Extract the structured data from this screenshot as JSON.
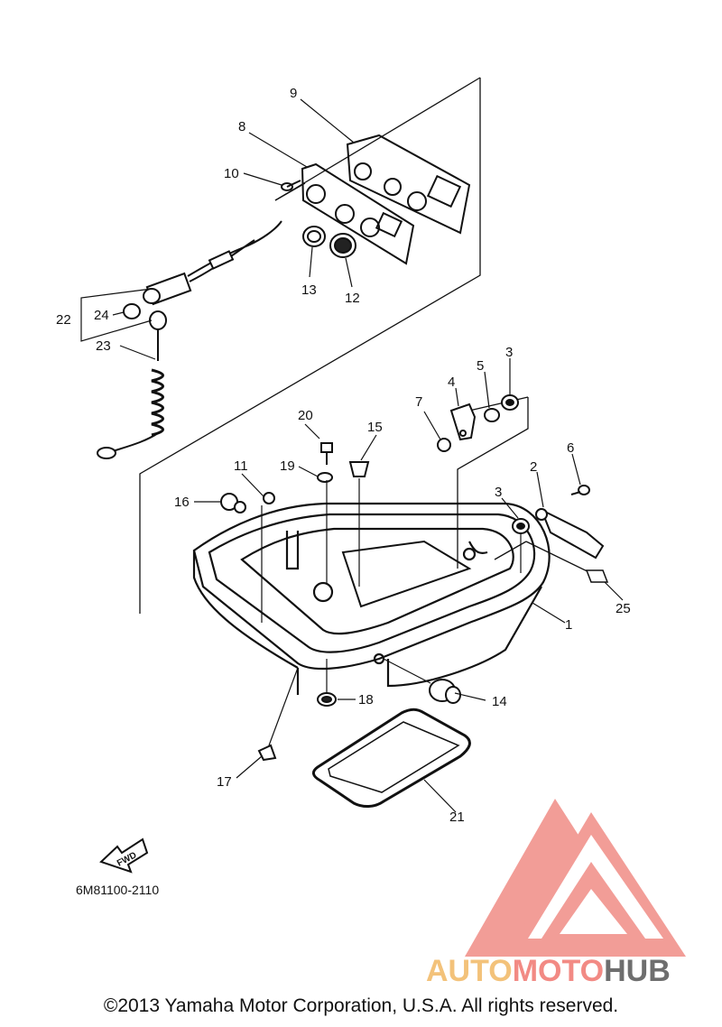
{
  "diagram": {
    "part_code": "6M81100-2110",
    "fwd_label": "FWD",
    "callouts": [
      "1",
      "2",
      "3",
      "3",
      "4",
      "5",
      "6",
      "7",
      "8",
      "9",
      "10",
      "11",
      "12",
      "13",
      "14",
      "15",
      "16",
      "17",
      "18",
      "19",
      "20",
      "21",
      "22",
      "23",
      "24",
      "25"
    ]
  },
  "watermark": {
    "text_a": "AUTO",
    "text_b": "MOTO",
    "text_c": "HUB",
    "colors": {
      "logo": "#f08c86",
      "auto": "#f3c27a",
      "moto": "#f28a84",
      "hub": "#6e6e6e"
    }
  },
  "footer": {
    "copyright": "©2013 Yamaha Motor Corporation, U.S.A. All rights reserved."
  }
}
